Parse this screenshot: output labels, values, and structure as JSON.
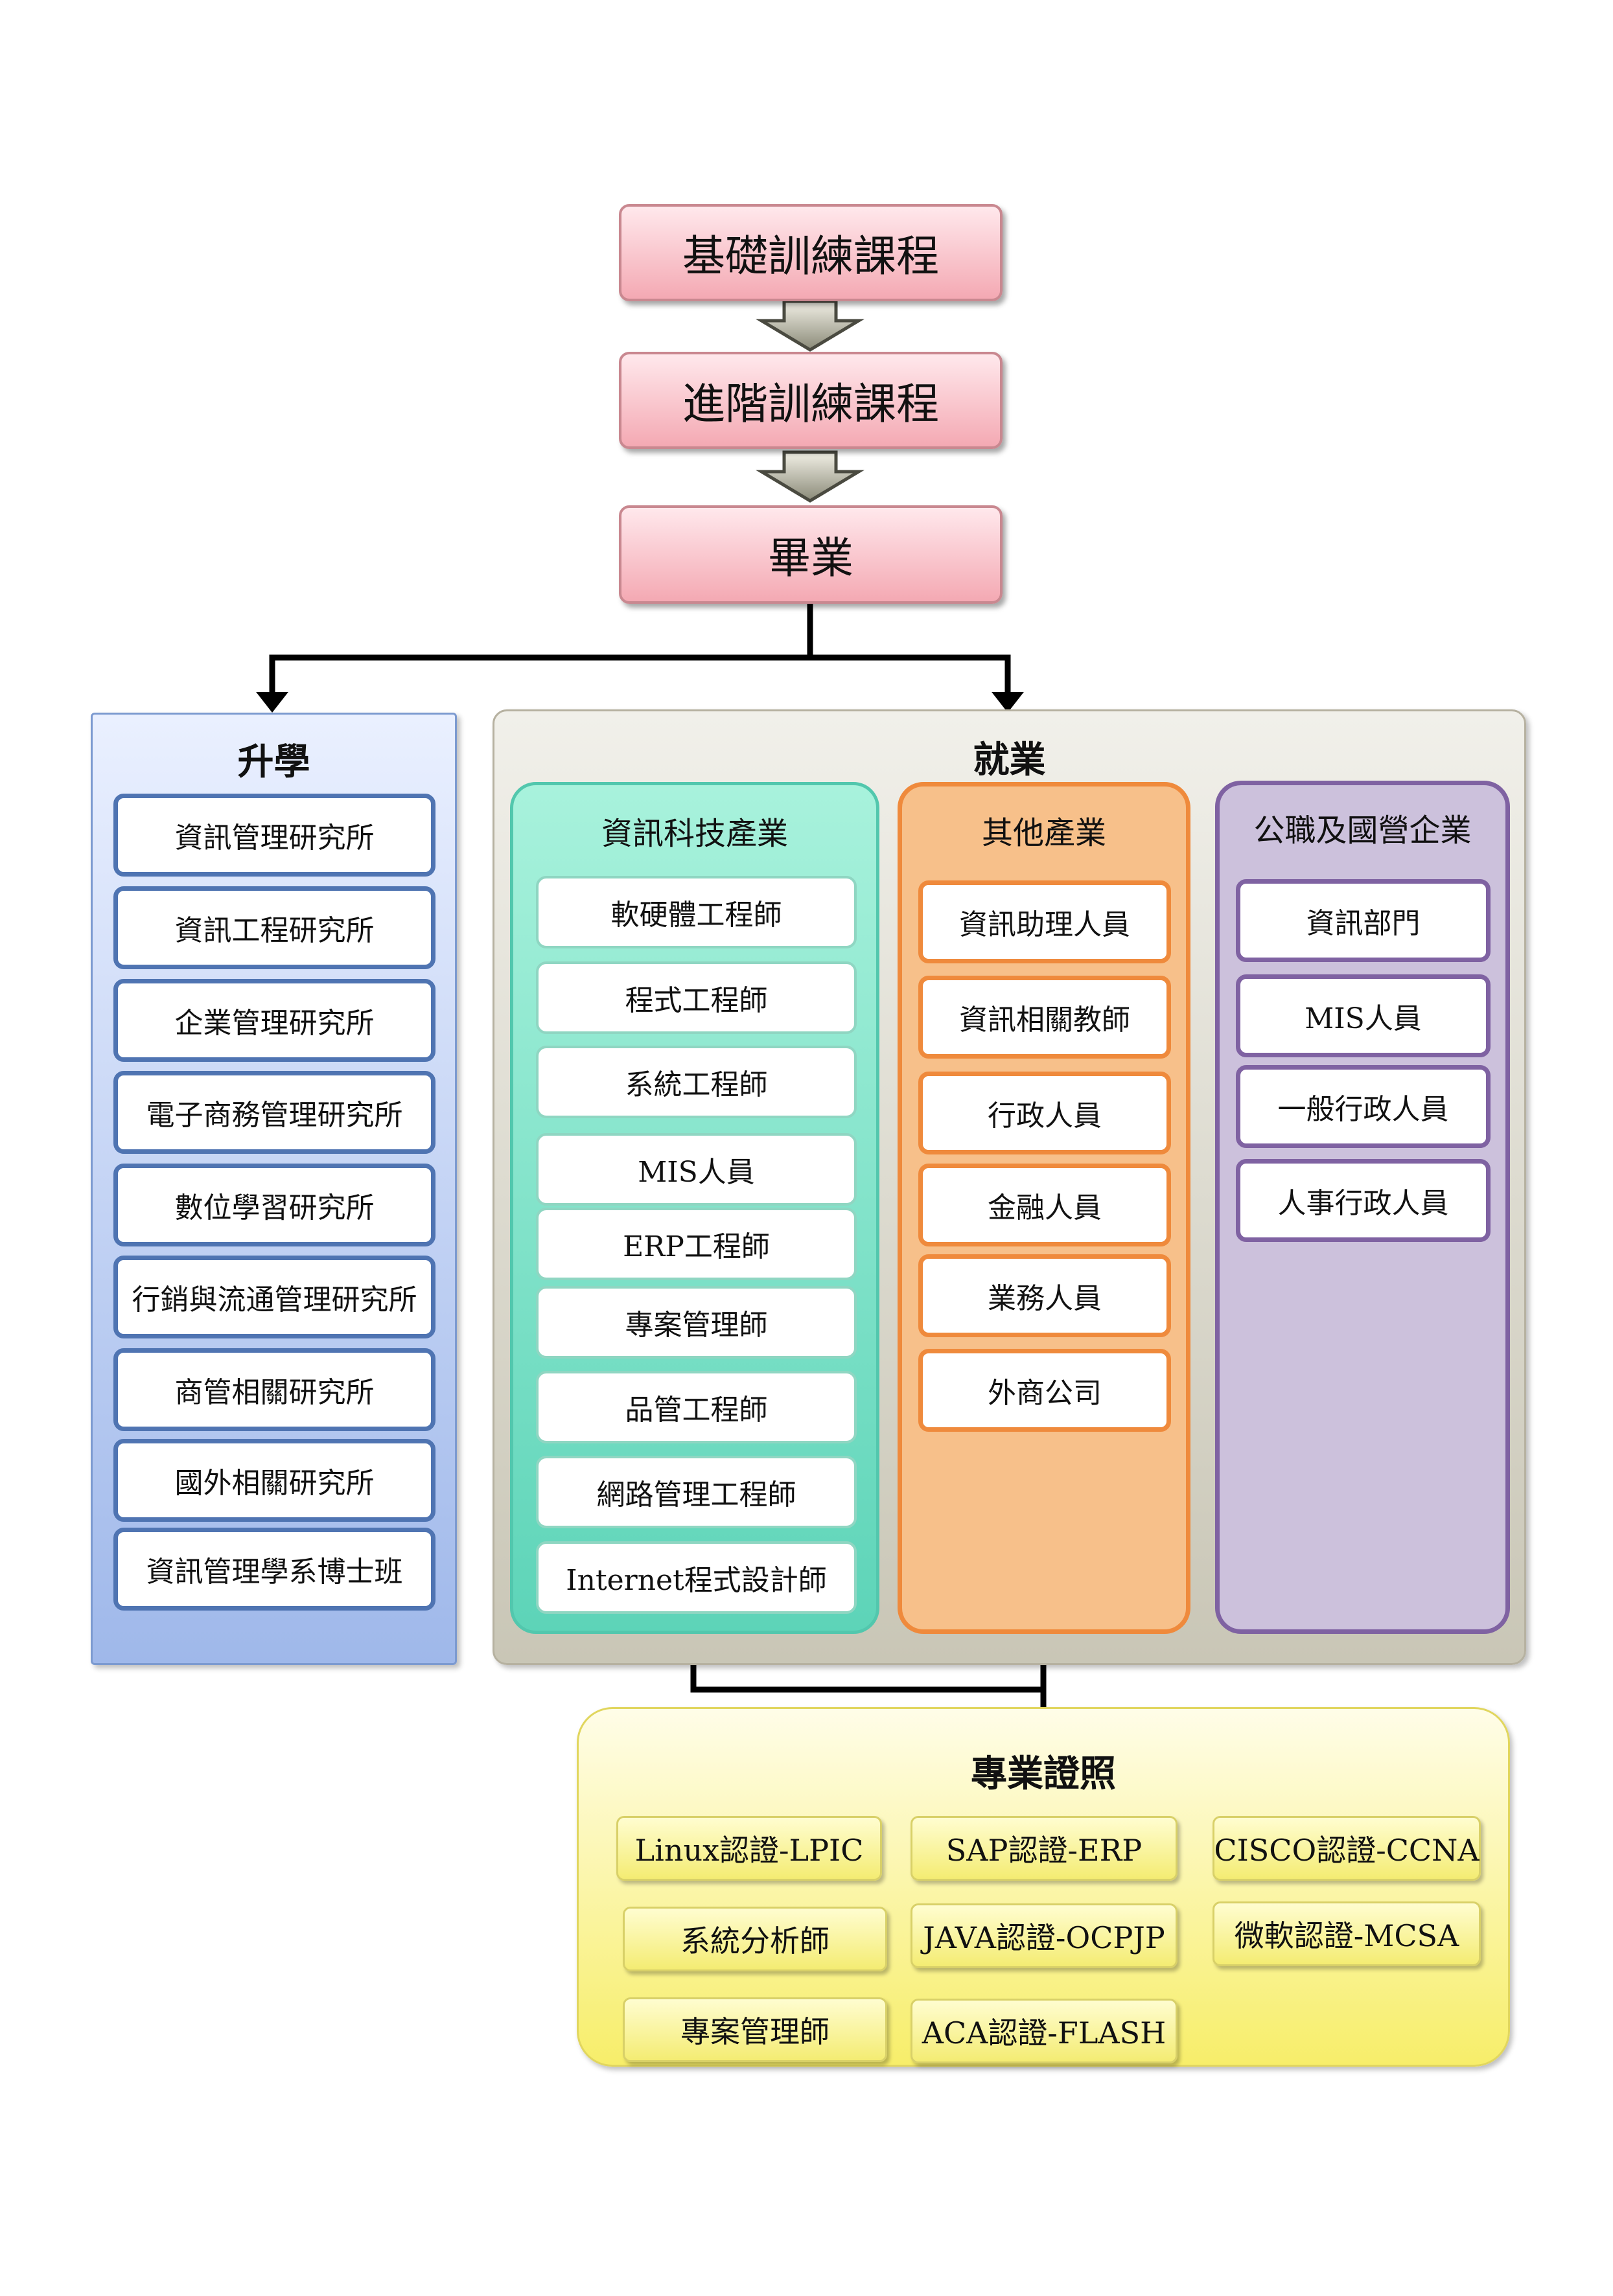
{
  "flow": {
    "step1": "基礎訓練課程",
    "step2": "進階訓練課程",
    "step3": "畢業"
  },
  "study": {
    "title": "升學",
    "items": [
      "資訊管理研究所",
      "資訊工程研究所",
      "企業管理研究所",
      "電子商務管理研究所",
      "數位學習研究所",
      "行銷與流通管理研究所",
      "商管相關研究所",
      "國外相關研究所",
      "資訊管理學系博士班"
    ]
  },
  "employment": {
    "title": "就業",
    "it": {
      "title": "資訊科技產業",
      "items": [
        "軟硬體工程師",
        "程式工程師",
        "系統工程師",
        "MIS人員",
        "ERP工程師",
        "專案管理師",
        "品管工程師",
        "網路管理工程師",
        "Internet程式設計師"
      ]
    },
    "other": {
      "title": "其他產業",
      "items": [
        "資訊助理人員",
        "資訊相關教師",
        "行政人員",
        "金融人員",
        "業務人員",
        "外商公司"
      ]
    },
    "public": {
      "title": "公職及國營企業",
      "items": [
        "資訊部門",
        "MIS人員",
        "一般行政人員",
        "人事行政人員"
      ]
    }
  },
  "certs": {
    "title": "專業證照",
    "items": [
      "Linux認證-LPIC",
      "SAP認證-ERP",
      "CISCO認證-CCNA",
      "系統分析師",
      "JAVA認證-OCPJP",
      "微軟認證-MCSA",
      "專案管理師",
      "ACA認證-FLASH"
    ]
  }
}
